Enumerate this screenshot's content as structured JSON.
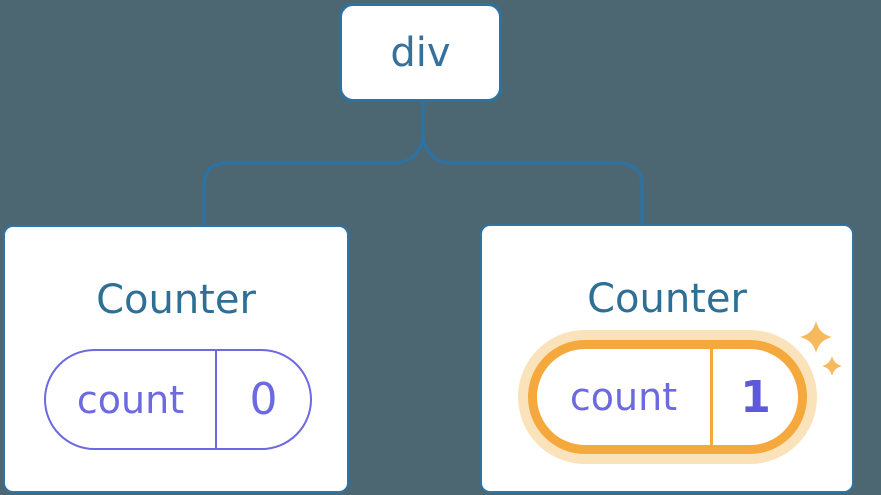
{
  "colors": {
    "background": "#4D6772",
    "line-blue": "#2C73A4",
    "card-border-blue": "#2E74A4",
    "title-blue": "#2E7095",
    "root-label-blue": "#35719B",
    "purple": "#6D69E0",
    "purple-bold": "#5D59D8",
    "orange": "#F5A83B",
    "orange-glow": "#FAE2BA",
    "sparkle-orange": "#F6B95D",
    "card-bg": "#FFFFFF"
  },
  "tree": {
    "root": {
      "label": "div"
    },
    "children": [
      {
        "title": "Counter",
        "state_key": "count",
        "state_value": "0",
        "highlighted": false
      },
      {
        "title": "Counter",
        "state_key": "count",
        "state_value": "1",
        "highlighted": true
      }
    ]
  },
  "icons": {
    "sparkles": "two four-pointed sparkle stars"
  }
}
